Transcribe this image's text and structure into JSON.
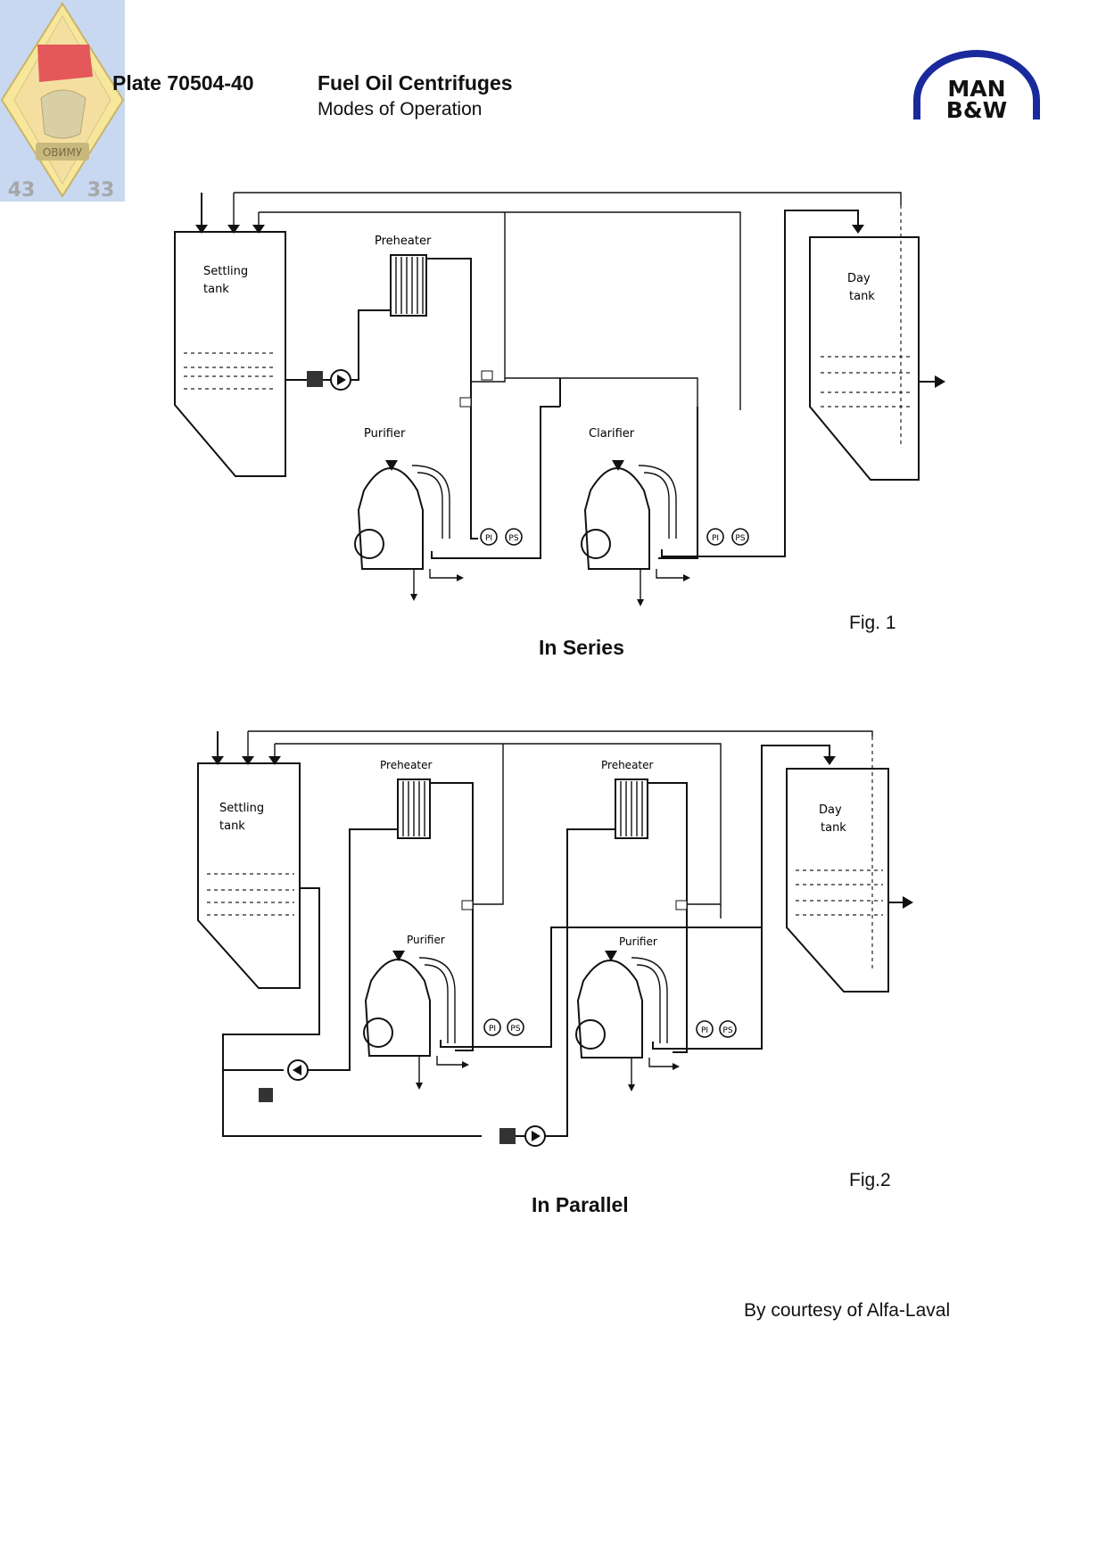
{
  "header": {
    "plate": "Plate 70504-40",
    "title": "Fuel Oil Centrifuges",
    "subtitle": "Modes of Operation"
  },
  "badge": {
    "left_number": "43",
    "right_number": "33",
    "ribbon_text": "ОВИМУ"
  },
  "logo": {
    "line1": "MAN",
    "line2": "B&W"
  },
  "figure1": {
    "fig_label": "Fig. 1",
    "mode": "In Series",
    "labels": {
      "settling_tank": [
        "Settling",
        "tank"
      ],
      "day_tank": [
        "Day",
        "tank"
      ],
      "preheater": "Preheater",
      "purifier": "Purifier",
      "clarifier": "Clarifier",
      "pi": "PI",
      "ps": "PS"
    }
  },
  "figure2": {
    "fig_label": "Fig.2",
    "mode": "In Parallel",
    "labels": {
      "settling_tank": [
        "Settling",
        "tank"
      ],
      "day_tank": [
        "Day",
        "tank"
      ],
      "preheater_1": "Preheater",
      "preheater_2": "Preheater",
      "purifier_1": "Purifier",
      "purifier_2": "Purifier",
      "pi": "PI",
      "ps": "PS"
    }
  },
  "footer": {
    "courtesy": "By courtesy of Alfa-Laval"
  },
  "colors": {
    "badge_diamond": "#f6e79a",
    "badge_frame": "#b9cdea",
    "flag": "#e4575a",
    "logo_blue": "#1a2a9c"
  }
}
